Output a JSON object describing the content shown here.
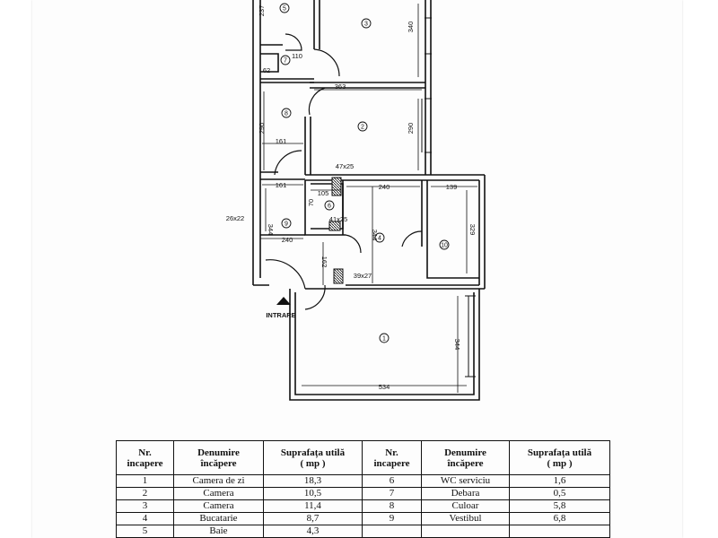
{
  "plan": {
    "room_numbers": [
      "1",
      "2",
      "3",
      "4",
      "5",
      "6",
      "7",
      "8",
      "9",
      "10"
    ],
    "dimensions": {
      "d237": "237",
      "d340": "340",
      "d110": "110",
      "d62": "62",
      "d363": "363",
      "d290a": "290",
      "d290b": "290",
      "d161a": "161",
      "d47x25": "47x25",
      "d161b": "161",
      "d105": "105",
      "d70": "70",
      "d240a": "240",
      "d139": "139",
      "d329": "329",
      "d26x22": "26x22",
      "d344a": "344",
      "d41x25": "41x25",
      "d344b": "344",
      "d240b": "240",
      "d162": "162",
      "d39x27": "39x27",
      "d344c": "344",
      "d534": "534"
    },
    "entrance_label": "INTRARE"
  },
  "table": {
    "headers": [
      [
        "Nr.",
        "incapere"
      ],
      [
        "Denumire",
        "încăpere"
      ],
      [
        "Suprafața utilă",
        "( mp )"
      ],
      [
        "Nr.",
        "incapere"
      ],
      [
        "Denumire",
        "încăpere"
      ],
      [
        "Suprafața utilă",
        "( mp )"
      ]
    ],
    "rows": [
      [
        "1",
        "Camera de zi",
        "18,3",
        "6",
        "WC serviciu",
        "1,6"
      ],
      [
        "2",
        "Camera",
        "10,5",
        "7",
        "Debara",
        "0,5"
      ],
      [
        "3",
        "Camera",
        "11,4",
        "8",
        "Culoar",
        "5,8"
      ],
      [
        "4",
        "Bucatarie",
        "8,7",
        "9",
        "Vestibul",
        "6,8"
      ],
      [
        "5",
        "Baie",
        "4,3",
        "",
        "",
        ""
      ]
    ]
  }
}
